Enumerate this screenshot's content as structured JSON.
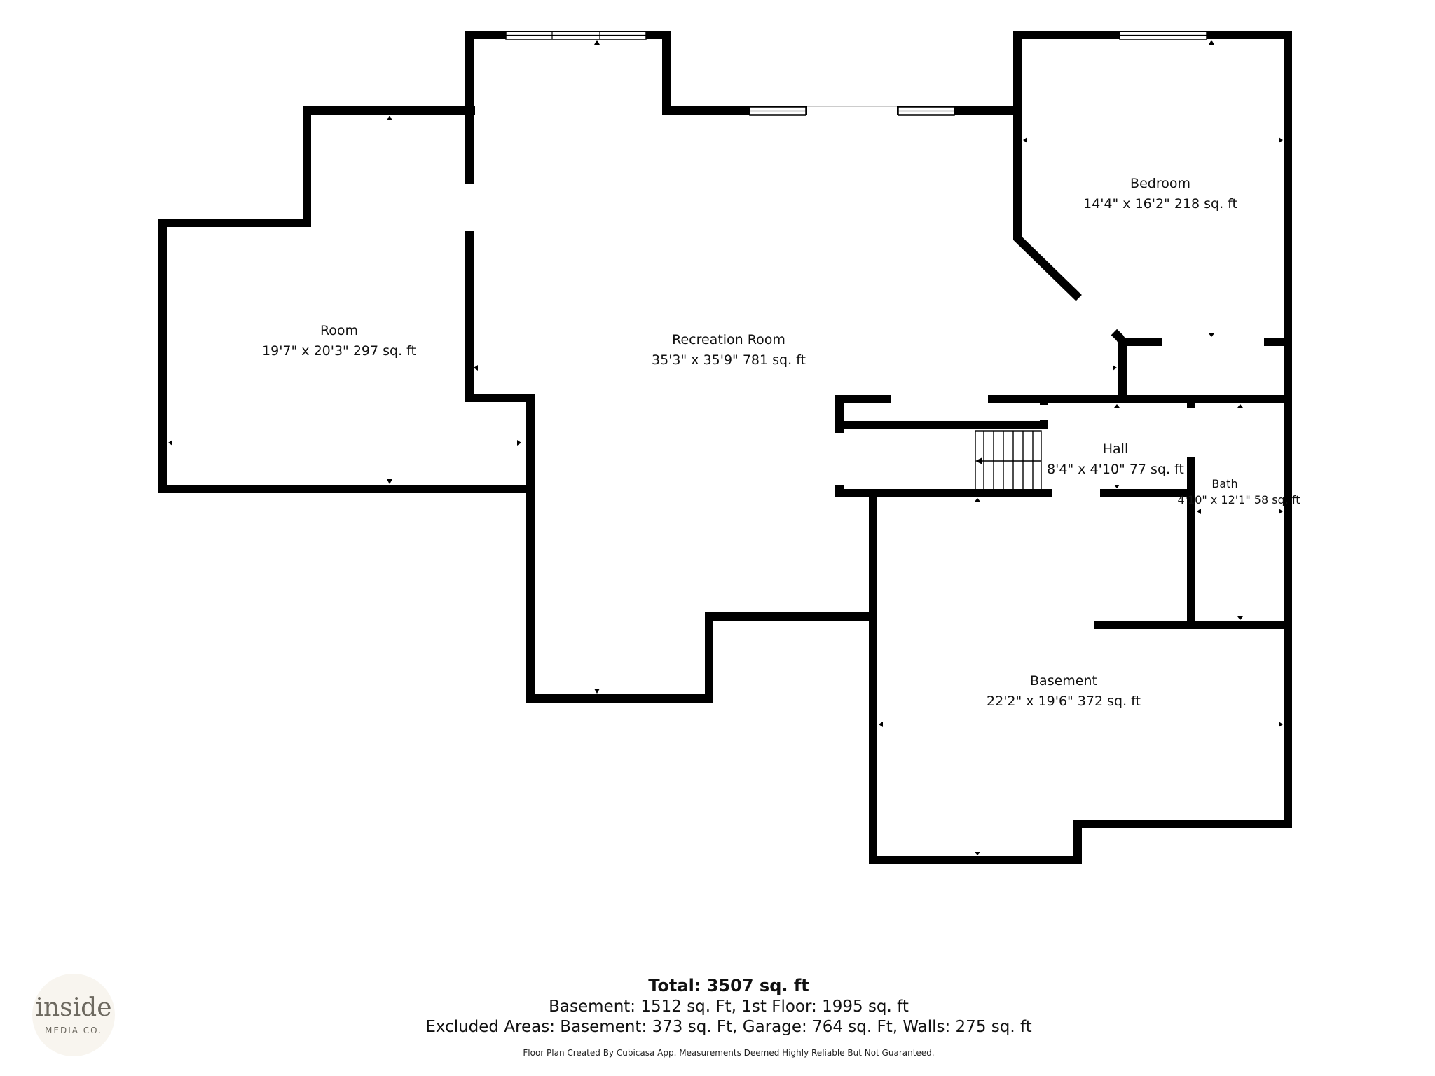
{
  "rooms": {
    "room": {
      "name": "Room",
      "size": "19'7\" x 20'3\" 297 sq. ft"
    },
    "recreation": {
      "name": "Recreation Room",
      "size": "35'3\" x 35'9\" 781 sq. ft"
    },
    "bedroom": {
      "name": "Bedroom",
      "size": "14'4\" x 16'2\" 218 sq. ft"
    },
    "hall": {
      "name": "Hall",
      "size": "8'4\" x 4'10\" 77 sq. ft"
    },
    "bath": {
      "name": "Bath",
      "size": "4'10\" x 12'1\" 58 sq. ft"
    },
    "basement": {
      "name": "Basement",
      "size": "22'2\" x 19'6\" 372 sq. ft"
    }
  },
  "totals": {
    "total": "Total: 3507 sq. ft",
    "line1": "Basement: 1512 sq. Ft, 1st Floor: 1995 sq. ft",
    "line2": "Excluded Areas: Basement: 373 sq. Ft, Garage: 764 sq. Ft, Walls: 275 sq. ft"
  },
  "disclaimer": "Floor Plan Created By Cubicasa App. Measurements Deemed Highly Reliable But Not Guaranteed.",
  "logo": {
    "word": "inside",
    "sub": "MEDIA CO."
  }
}
